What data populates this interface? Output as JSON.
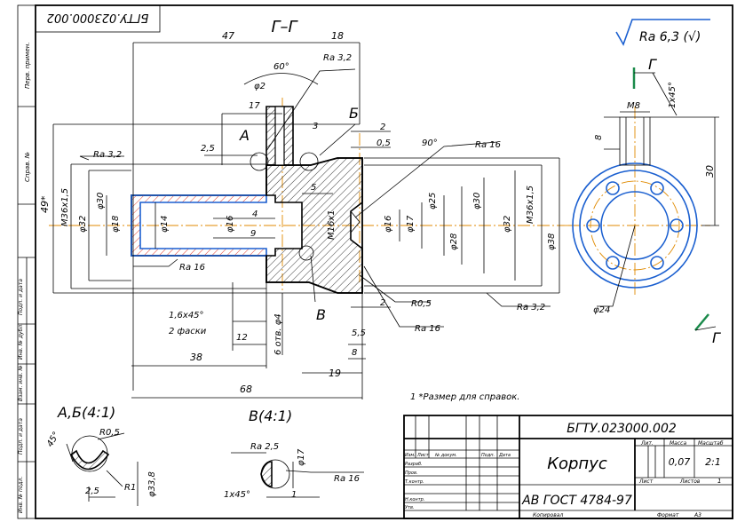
{
  "stamp_code_rotated": "БГТУ.023000.002",
  "section_title": "Г–Г",
  "roughness_general": "Ra 6,3 (√)",
  "section_marker": "Г",
  "dims": {
    "d47": "47",
    "d18": "18",
    "ra32_top": "Ra 3,2",
    "ang60": "60°",
    "phi2": "φ2",
    "d17": "17",
    "d3": "3",
    "lblA": "А",
    "lblB": "Б",
    "d2a": "2",
    "d05": "0,5",
    "ang90": "90°",
    "ra16_r": "Ra 16",
    "d25": "2,5",
    "ra32_l": "Ra 3,2",
    "d5": "5",
    "d4": "4",
    "d9": "9",
    "d49": "49*",
    "m36": "M36x1,5",
    "p32": "φ32",
    "p30": "φ30",
    "p18": "φ18",
    "p14": "φ14",
    "p16": "φ16",
    "m16": "M16x1",
    "p16b": "φ16",
    "p17": "φ17",
    "p25": "φ25",
    "p28": "φ28",
    "p30b": "φ30",
    "p32b": "φ32",
    "m36b": "M36x1,5",
    "p38": "φ38",
    "ra16_b": "Ra 16",
    "ch16": "1,6x45°",
    "ch2": "2 фаски",
    "d12": "12",
    "holes": "6 отв. φ4",
    "lblV": "В",
    "d2b": "2",
    "r05": "R0,5",
    "ra16_c": "Ra 16",
    "d55": "5,5",
    "d8": "8",
    "d38": "38",
    "d19": "19",
    "d68": "68",
    "ra32_br": "Ra 3,2",
    "m8": "M8",
    "ch145": "1x45°",
    "d8v": "8",
    "d30v": "30",
    "p24": "φ24",
    "markG_top": "Г",
    "markG_bot": "Г"
  },
  "note": "1 *Размер для справок.",
  "detailAB": {
    "title": "А,Б(4:1)",
    "ang45": "45°",
    "r05": "R0,5",
    "d25": "2,5",
    "r1": "R1",
    "p338": "φ33,8"
  },
  "detailV": {
    "title": "В(4:1)",
    "ra25": "Ra 2,5",
    "p17": "φ17",
    "ra16": "Ra 16",
    "ch": "1x45°",
    "d1": "1"
  },
  "side_labels": [
    "Перв. примен.",
    "Справ. №",
    "Подп. и дата",
    "Инв. № дубл.",
    "Взам. инв. №",
    "Подп. и дата",
    "Инв. № подл."
  ],
  "title_block": {
    "designation": "БГТУ.023000.002",
    "part_name": "Корпус",
    "material": "АВ ГОСТ 4784-97",
    "col_lit": "Лит.",
    "col_mass": "Масса",
    "col_scale": "Масштаб",
    "mass": "0,07",
    "scale": "2:1",
    "sheet": "Лист",
    "sheets": "Листов",
    "sheets_val": "1",
    "rows": [
      "Изм.",
      "Лист",
      "№ докум.",
      "Подп.",
      "Дата"
    ],
    "roles": [
      "Разраб.",
      "Пров.",
      "Т.контр.",
      "",
      "Н.контр.",
      "Утв."
    ],
    "copied": "Копировал",
    "format": "Формат",
    "format_val": "А3"
  }
}
